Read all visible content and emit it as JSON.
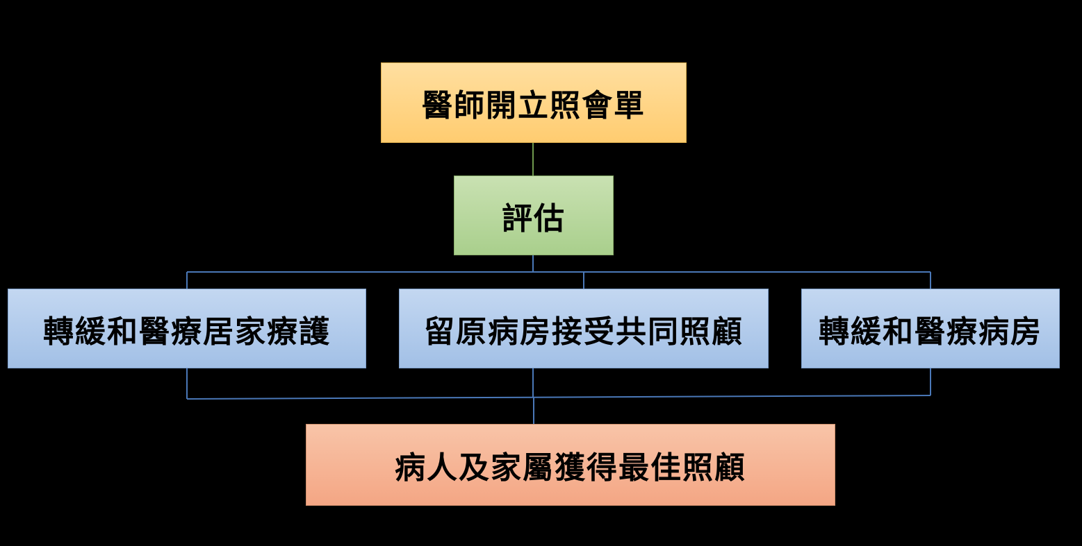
{
  "diagram": {
    "top_box": {
      "label": "醫師開立照會單"
    },
    "assess_box": {
      "label": "評估"
    },
    "options": [
      {
        "label": "轉緩和醫療居家療護"
      },
      {
        "label": "留原病房接受共同照顧"
      },
      {
        "label": "轉緩和醫療病房"
      }
    ],
    "outcome_box": {
      "label": "病人及家屬獲得最佳照顧"
    },
    "colors": {
      "background": "#000000",
      "top_box_fill": "#ffd583",
      "assess_box_fill": "#b5d89c",
      "option_box_fill": "#afc9eb",
      "outcome_box_fill": "#f6b394",
      "connector_green": "#6f9a4e",
      "connector_blue": "#4a78b8"
    }
  }
}
